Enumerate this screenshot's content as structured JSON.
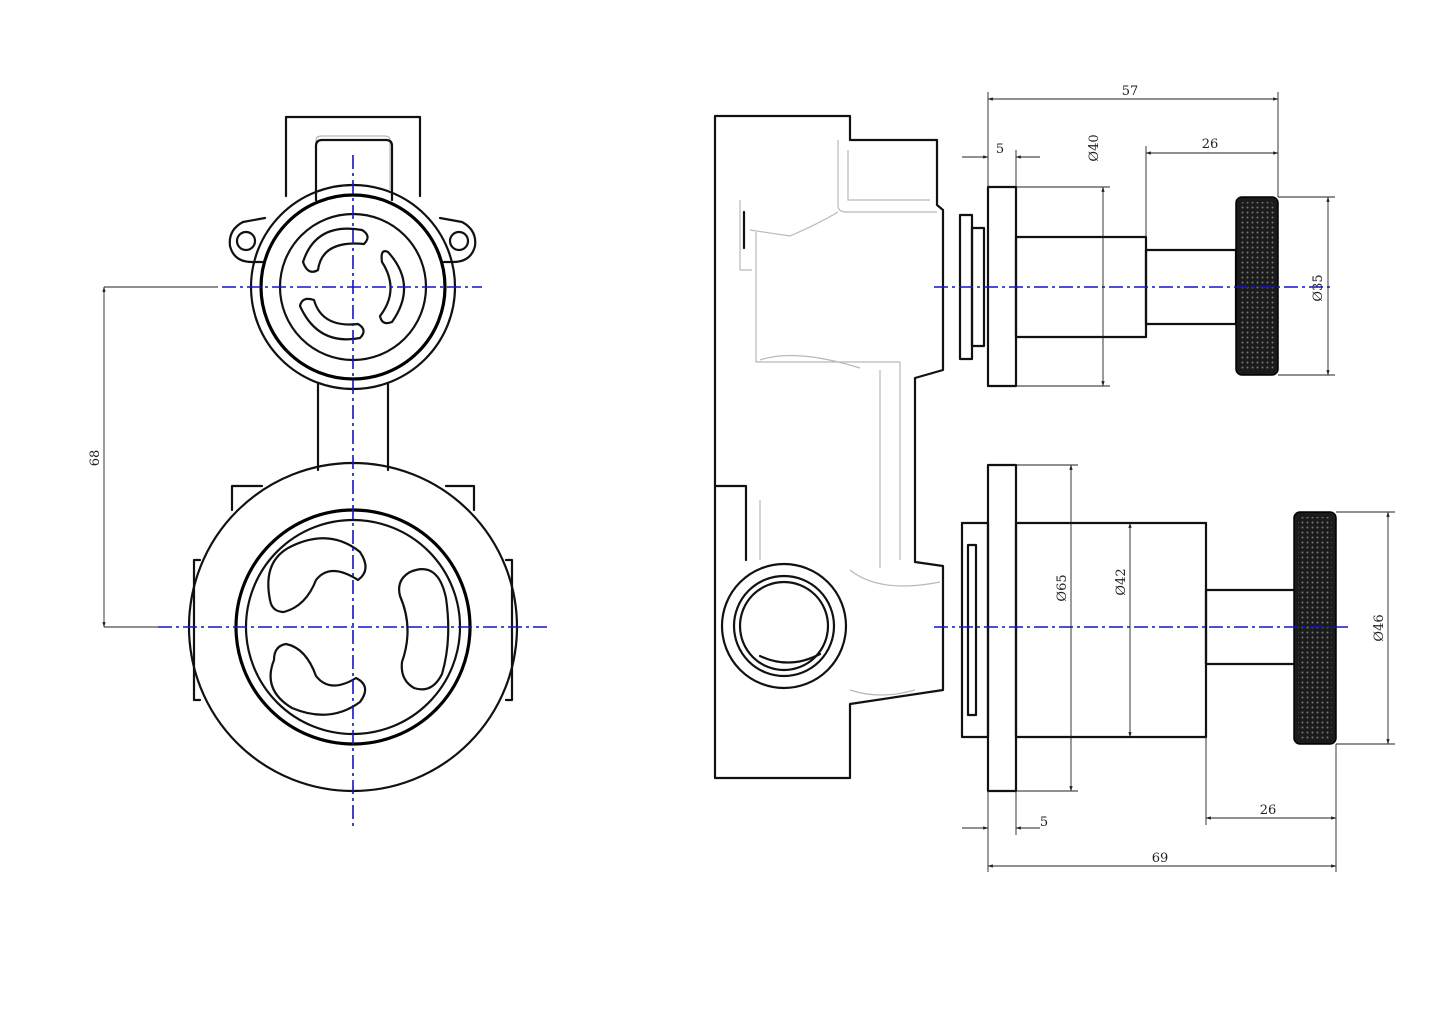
{
  "dimensions": {
    "centre_spacing": "68",
    "overall_depth_top": "57",
    "flange_thickness_top": "5",
    "flange_diameter_top": "Ø40",
    "knob_offset_top": "26",
    "knob_diameter_top": "Ø35",
    "flange_diameter_bottom": "Ø65",
    "body_diameter_bottom": "Ø42",
    "knob_diameter_bottom": "Ø46",
    "knob_offset_bottom": "26",
    "flange_thickness_bottom": "5",
    "overall_depth_bottom": "69"
  },
  "colors": {
    "centerline": "#1212c8",
    "outline": "#111111",
    "hidden_line": "#b9b9b9",
    "knob_fill": "#1b1b1b"
  }
}
